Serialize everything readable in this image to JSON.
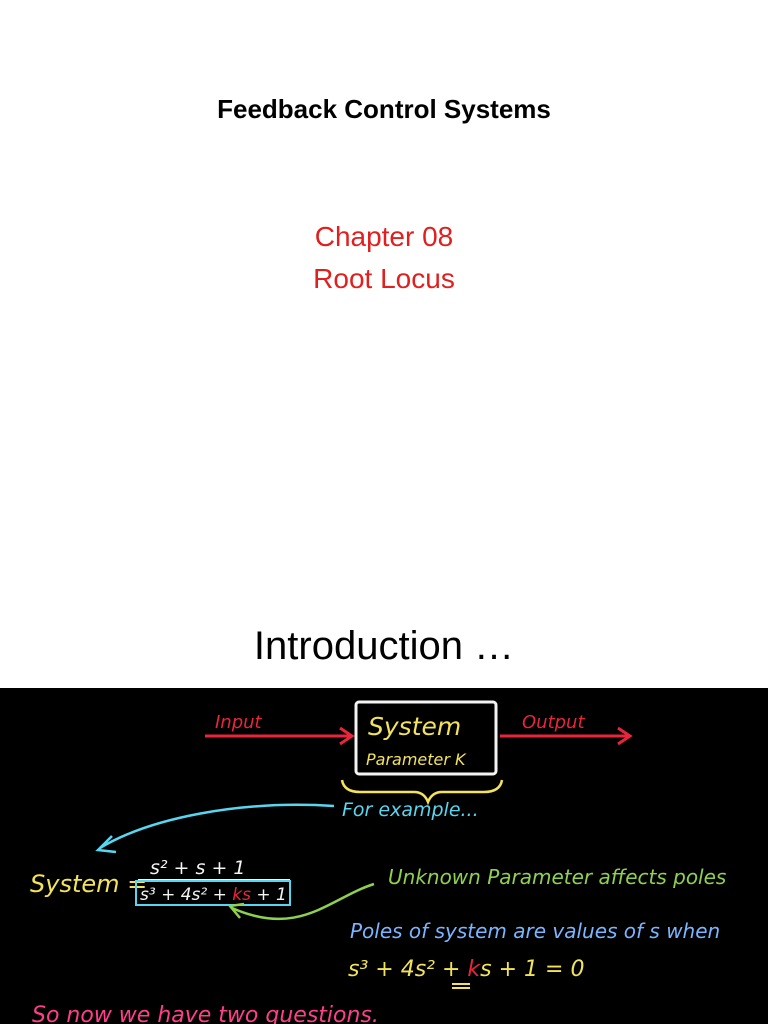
{
  "slide1": {
    "title": "Feedback Control Systems",
    "chapter_line1": "Chapter 08",
    "chapter_line2": "Root Locus"
  },
  "slide2": {
    "title": "Introduction …",
    "board": {
      "input_label": "Input",
      "output_label": "Output",
      "system_label": "System",
      "parameter_label": "Parameter K",
      "for_example": "For example...",
      "system_eq_label": "System =",
      "numerator": "s² + s + 1",
      "denominator_part1": "s³ + 4s² + ",
      "denominator_k": "ks",
      "denominator_part2": " + 1",
      "unknown_param_note": "Unknown Parameter affects poles",
      "poles_note": "Poles of system are values of s when",
      "char_eq_part1": "s³ + 4s² + ",
      "char_eq_k": "k",
      "char_eq_part2": "s + 1 = 0",
      "questions_note": "So now we have two questions.",
      "colors": {
        "red": "#e8253a",
        "yellow": "#f2e35a",
        "green": "#8fd14f",
        "cyan": "#58d6f0",
        "blue": "#7ab6ff",
        "pink": "#ff3f8a",
        "white": "#f4f4f4"
      }
    }
  }
}
